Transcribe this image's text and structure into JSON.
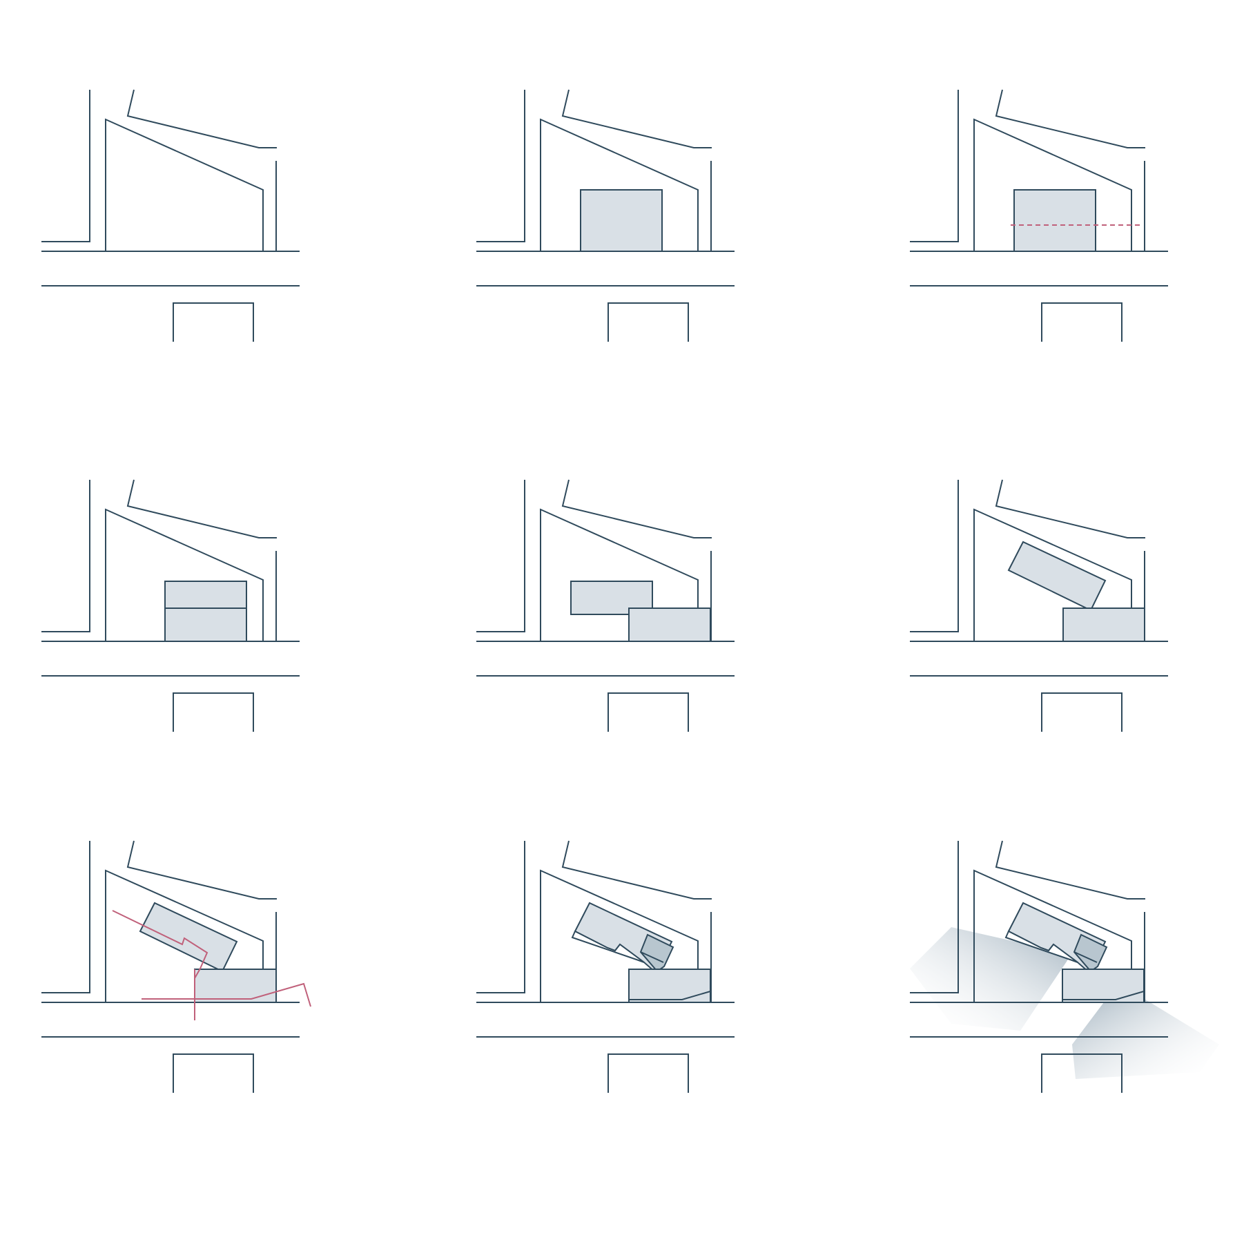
{
  "colors": {
    "line": "#2f4a5c",
    "mass_fill": "#d9e0e6",
    "mass_dark": "#b8c6cf",
    "accent": "#c0607a",
    "background": "#ffffff"
  },
  "panels": [
    {
      "step": 1,
      "content": "empty-site"
    },
    {
      "step": 2,
      "content": "single-volume"
    },
    {
      "step": 3,
      "content": "volume-split-axis"
    },
    {
      "step": 4,
      "content": "two-stacked-bars"
    },
    {
      "step": 5,
      "content": "bars-shifted"
    },
    {
      "step": 6,
      "content": "upper-bar-rotated"
    },
    {
      "step": 7,
      "content": "circulation-paths"
    },
    {
      "step": 8,
      "content": "carved-volumes"
    },
    {
      "step": 9,
      "content": "views-and-light"
    }
  ]
}
